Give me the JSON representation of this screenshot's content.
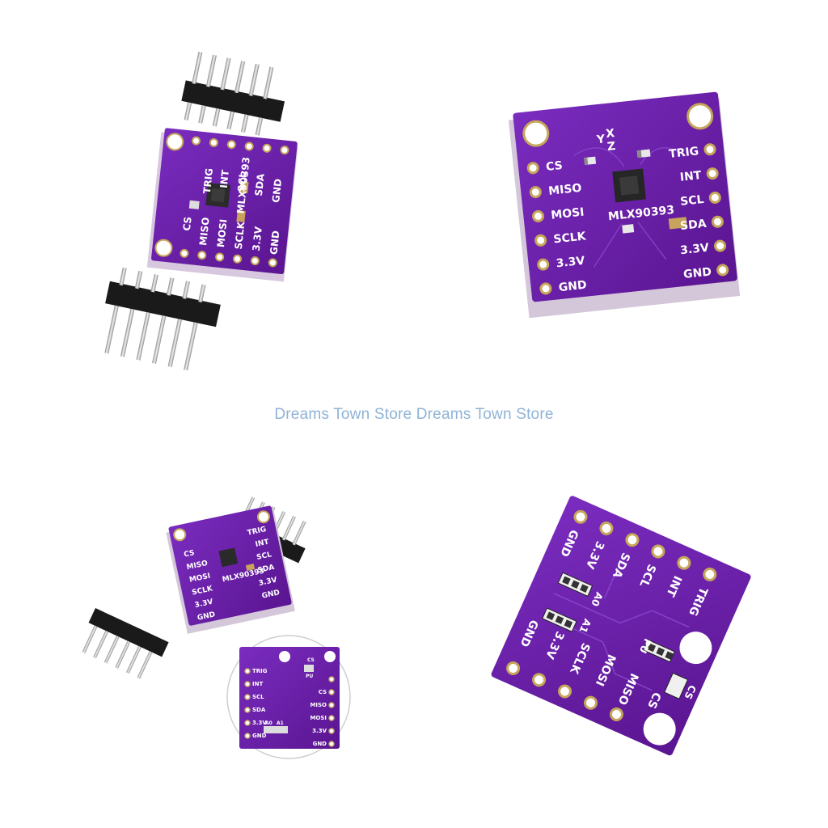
{
  "watermark": {
    "text": "Dreams Town Store Dreams Town Store",
    "color": "#8fb3d6"
  },
  "board": {
    "chip": "MLX90393",
    "axes": {
      "x": "X",
      "y": "Y",
      "z": "Z"
    },
    "left_pins": [
      "CS",
      "MISO",
      "MOSI",
      "SCLK",
      "3.3V",
      "GND"
    ],
    "right_pins": [
      "TRIG",
      "INT",
      "SCL",
      "SDA",
      "3.3V",
      "GND"
    ],
    "jumpers": [
      "A0",
      "A1"
    ],
    "back_labels": {
      "pu": "PU",
      "cs": "CS"
    },
    "color": "#6a1fa8",
    "edge_color": "#c9b6d6"
  }
}
